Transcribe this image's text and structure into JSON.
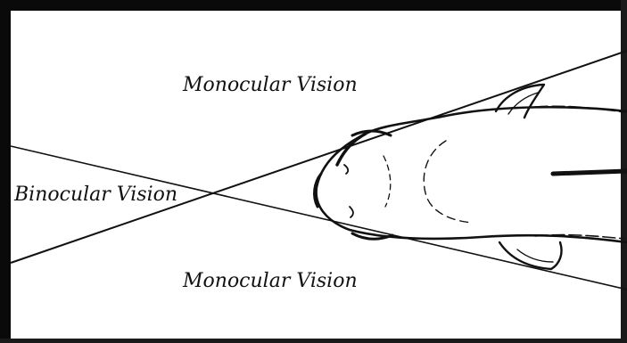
{
  "labels": {
    "top": "Monocular Vision",
    "left": "Binocular Vision",
    "bottom": "Monocular Vision"
  }
}
